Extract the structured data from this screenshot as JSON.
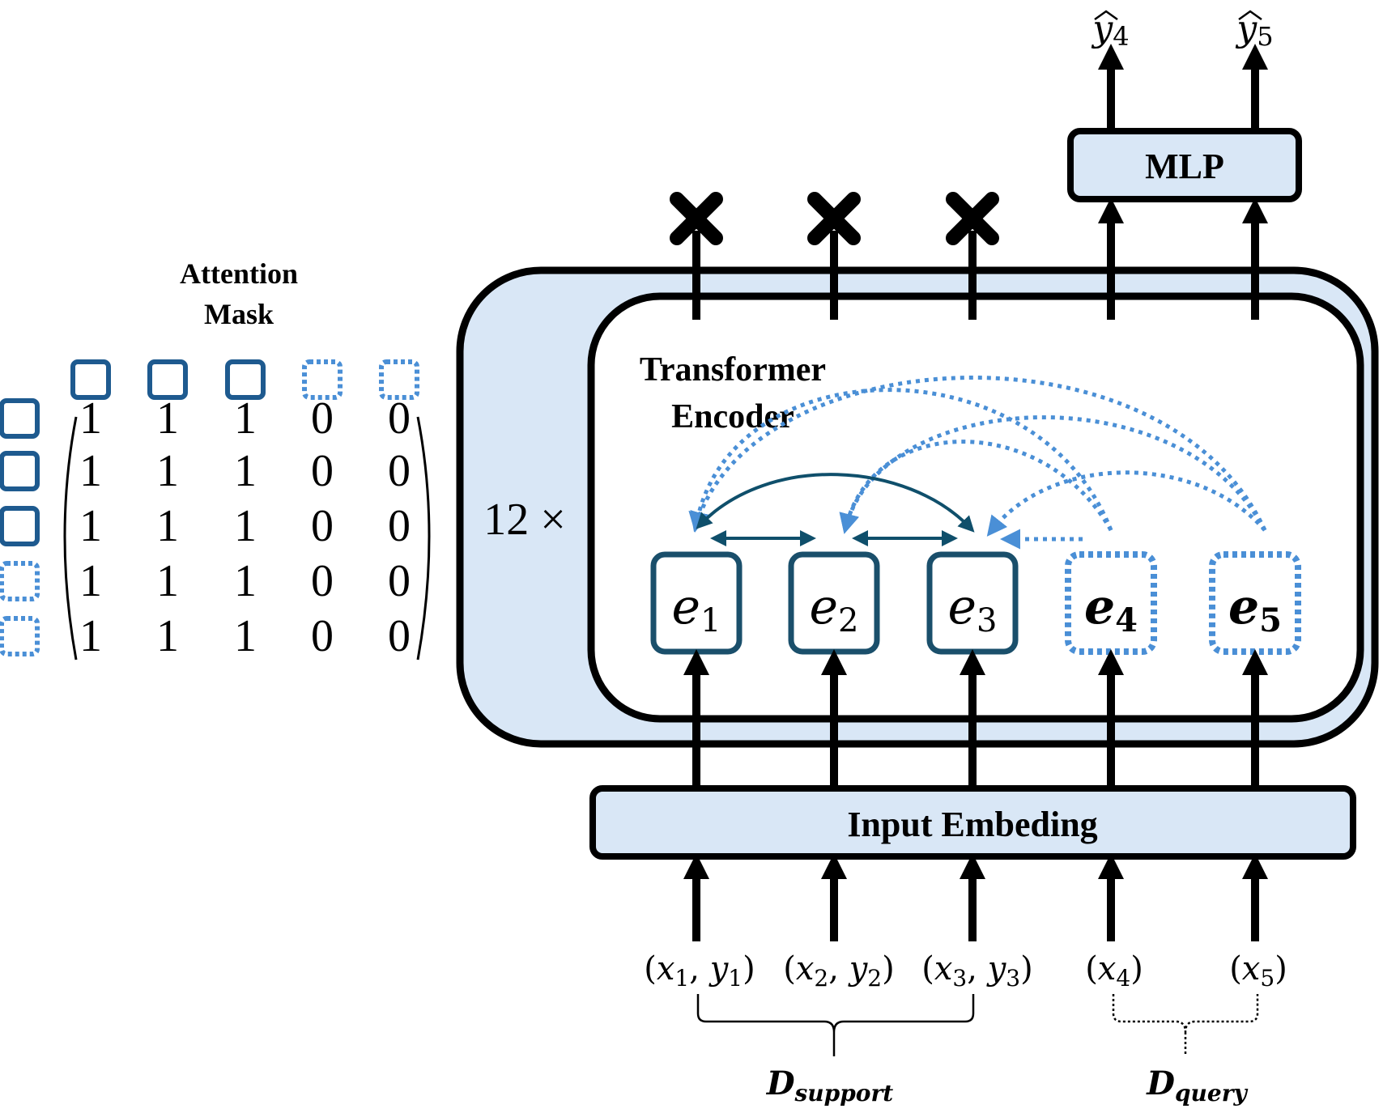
{
  "colors": {
    "stroke": "#000000",
    "panel_fill": "#d9e7f6",
    "support_blue": "#1e5a8f",
    "support_embed": "#1a4f6b",
    "query_blue": "#4a8fd6",
    "support_arrow": "#0f4f6b"
  },
  "attention_mask": {
    "title_line1": "Attention",
    "title_line2": "Mask",
    "columns": [
      "support",
      "support",
      "support",
      "query",
      "query"
    ],
    "rows": [
      {
        "kind": "support",
        "values": [
          "1",
          "1",
          "1",
          "0",
          "0"
        ]
      },
      {
        "kind": "support",
        "values": [
          "1",
          "1",
          "1",
          "0",
          "0"
        ]
      },
      {
        "kind": "support",
        "values": [
          "1",
          "1",
          "1",
          "0",
          "0"
        ]
      },
      {
        "kind": "query",
        "values": [
          "1",
          "1",
          "1",
          "0",
          "0"
        ]
      },
      {
        "kind": "query",
        "values": [
          "1",
          "1",
          "1",
          "0",
          "0"
        ]
      }
    ]
  },
  "repeat_label": "12 ×",
  "encoder": {
    "title_line1": "Transformer",
    "title_line2": "Encoder"
  },
  "embeddings": [
    {
      "base": "e",
      "sub": "1",
      "kind": "support"
    },
    {
      "base": "e",
      "sub": "2",
      "kind": "support"
    },
    {
      "base": "e",
      "sub": "3",
      "kind": "support"
    },
    {
      "base": "e",
      "sub": "4",
      "kind": "query"
    },
    {
      "base": "e",
      "sub": "5",
      "kind": "query"
    }
  ],
  "outputs": {
    "discarded_icon": "cross-icon",
    "predictions": [
      {
        "base": "y",
        "sub": "4"
      },
      {
        "base": "y",
        "sub": "5"
      }
    ]
  },
  "mlp_label": "MLP",
  "input_embedding_label": "Input Embeding",
  "inputs": [
    {
      "x": "x",
      "xsub": "1",
      "y": "y",
      "ysub": "1"
    },
    {
      "x": "x",
      "xsub": "2",
      "y": "y",
      "ysub": "2"
    },
    {
      "x": "x",
      "xsub": "3",
      "y": "y",
      "ysub": "3"
    },
    {
      "x": "x",
      "xsub": "4"
    },
    {
      "x": "x",
      "xsub": "5"
    }
  ],
  "sets": {
    "support": {
      "base": "D",
      "sub": "support"
    },
    "query": {
      "base": "D",
      "sub": "query"
    }
  }
}
